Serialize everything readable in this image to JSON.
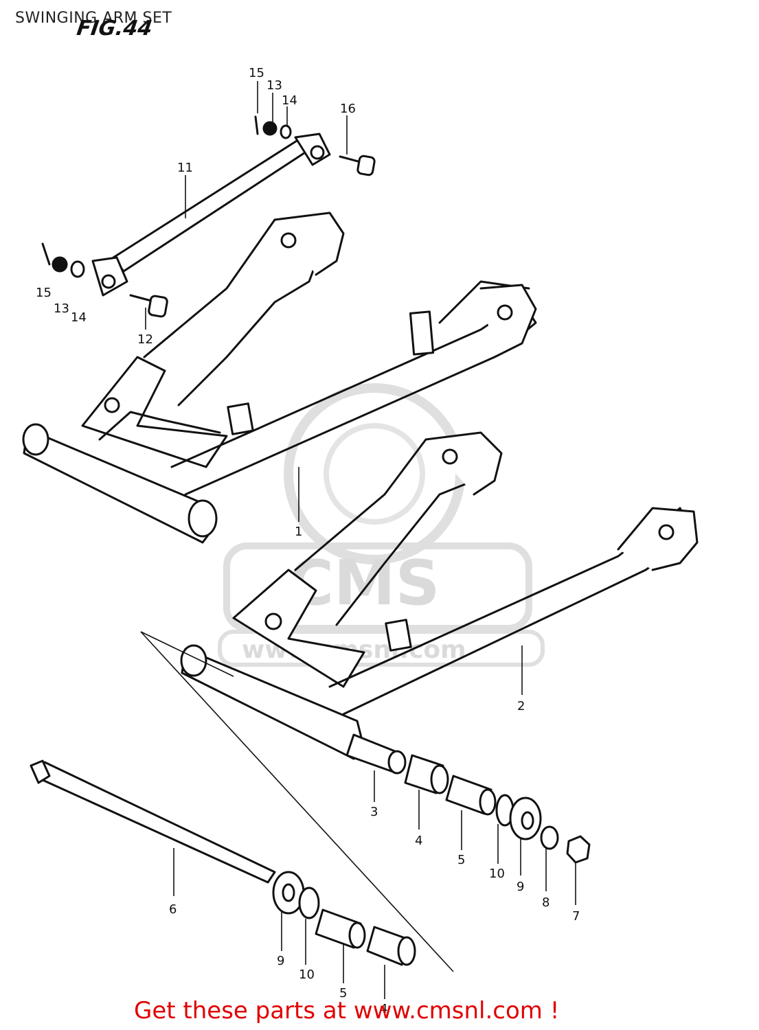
{
  "header": {
    "title": "SWINGING ARM SET",
    "fig_label": "FIG.44"
  },
  "watermark": {
    "brand": "CMS",
    "url": "www.cmsnl.com"
  },
  "footer": {
    "text": "Get these parts at www.cmsnl.com !",
    "color": "#e00000"
  },
  "callouts": {
    "p15a": "15",
    "p13a": "13",
    "p14a": "14",
    "p16": "16",
    "p11": "11",
    "p15b": "15",
    "p13b": "13",
    "p14b": "14",
    "p12": "12",
    "p1": "1",
    "p2": "2",
    "p3": "3",
    "p4a": "4",
    "p5a": "5",
    "p10a": "10",
    "p9a": "9",
    "p8": "8",
    "p7": "7",
    "p6": "6",
    "p9b": "9",
    "p10b": "10",
    "p5b": "5",
    "p4b": "4"
  }
}
